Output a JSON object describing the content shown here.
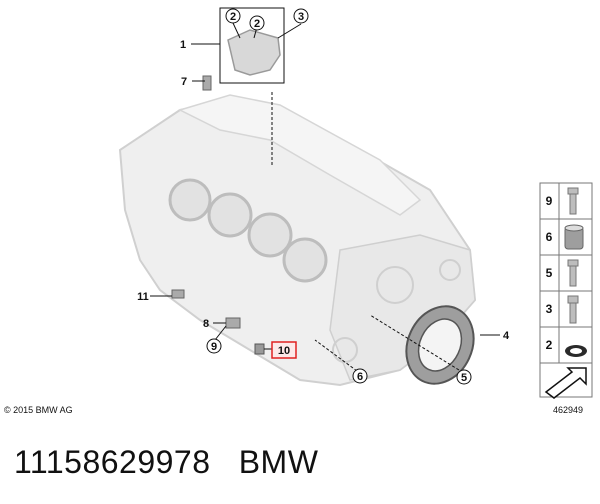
{
  "diagram": {
    "copyright": "© 2015 BMW AG",
    "diagram_id": "462949",
    "highlight_color": "#e02020",
    "callouts": [
      {
        "label": "1"
      },
      {
        "label": "2"
      },
      {
        "label": "2"
      },
      {
        "label": "3"
      },
      {
        "label": "7"
      },
      {
        "label": "11"
      },
      {
        "label": "8"
      },
      {
        "label": "9"
      },
      {
        "label": "10",
        "highlighted": true
      },
      {
        "label": "6"
      },
      {
        "label": "5"
      },
      {
        "label": "4"
      }
    ],
    "side_panel": [
      {
        "label": "9",
        "icon": "bolt-icon"
      },
      {
        "label": "6",
        "icon": "sleeve-icon"
      },
      {
        "label": "5",
        "icon": "bolt-icon"
      },
      {
        "label": "3",
        "icon": "bolt-icon"
      },
      {
        "label": "2",
        "icon": "o-ring-icon"
      },
      {
        "label": "",
        "icon": "arrow-icon"
      }
    ]
  },
  "caption": {
    "part_number": "11158629978",
    "brand": "BMW"
  }
}
